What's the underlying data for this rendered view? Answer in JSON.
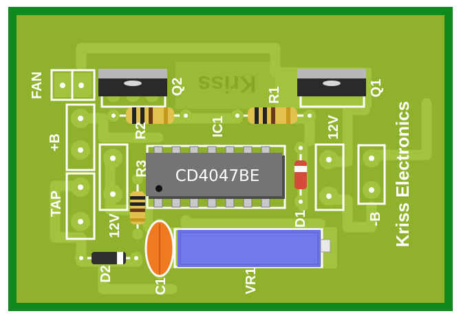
{
  "board": {
    "colors": {
      "border": "#0f8a1e",
      "board": "#8fb12c",
      "copper": "#a2c33e",
      "silk": "#ffffff",
      "chip": "#747474",
      "trimmer": "#6c72e8",
      "capacitor": "#f07a22"
    },
    "brand_text": "Kriss Electronics",
    "watermark_text": "Kriss"
  },
  "labels": {
    "fan": "FAN",
    "plus_b": "+B",
    "tap": "TAP",
    "d2": "D2",
    "c1": "C1",
    "vr1": "VR1",
    "r3": "R3",
    "v12_left": "12V",
    "q2": "Q2",
    "r2": "R2",
    "ic1": "IC1",
    "r1": "R1",
    "q1": "Q1",
    "v12_right": "12V",
    "d1": "D1",
    "minus_b": "-B"
  },
  "ic": {
    "part_number": "CD4047BE"
  }
}
